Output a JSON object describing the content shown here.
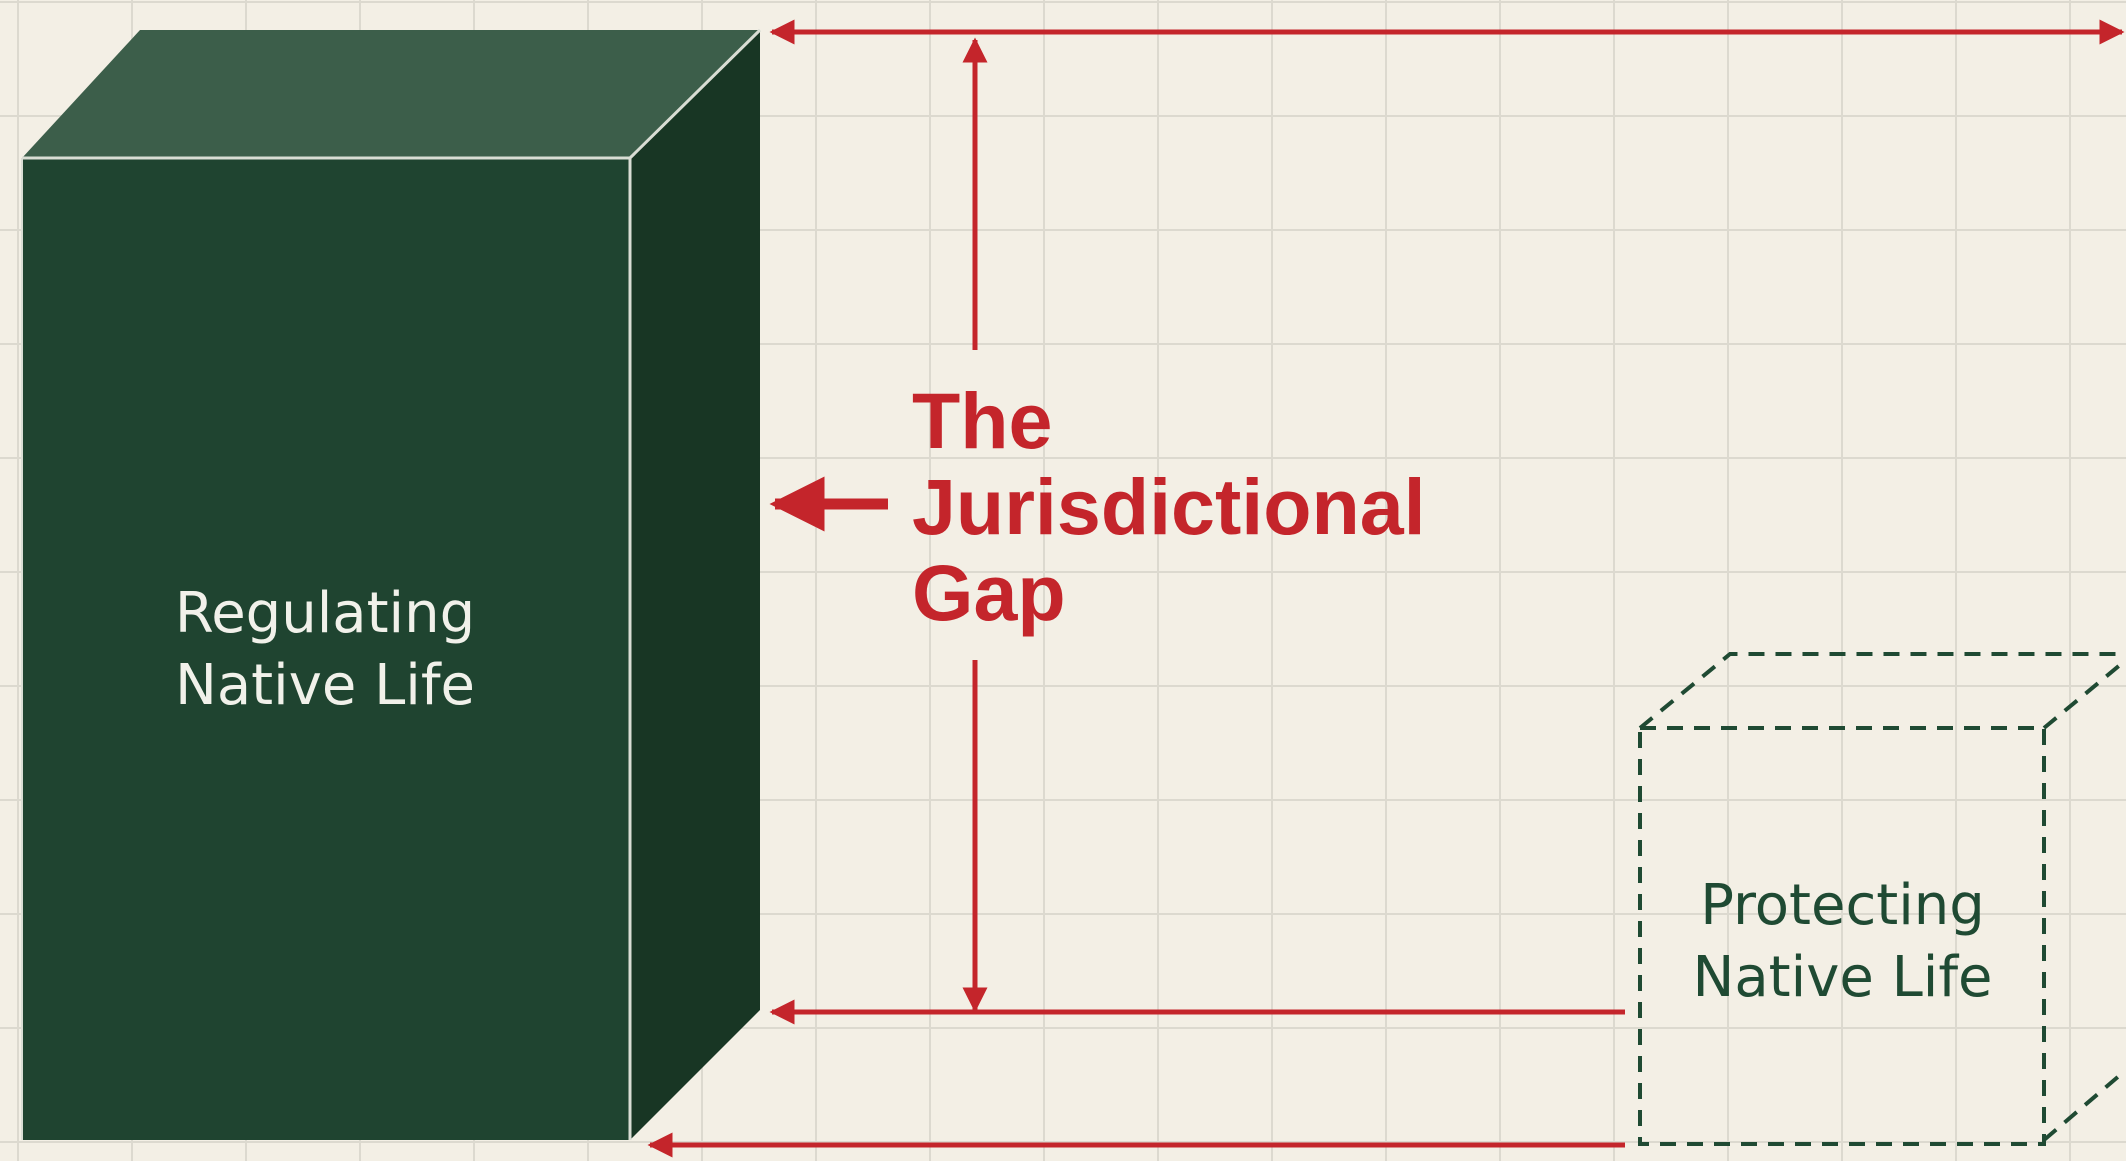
{
  "diagram": {
    "regulating_box": {
      "line1": "Regulating",
      "line2": "Native Life"
    },
    "protecting_box": {
      "line1": "Protecting",
      "line2": "Native Life"
    },
    "gap": {
      "line1": "The",
      "line2": "Jurisdictional",
      "line3": "Gap"
    },
    "colors": {
      "background": "#f3efe5",
      "grid": "#dcd9cf",
      "box_front": "#1f4430",
      "box_top": "#3c5e4a",
      "box_side": "#183624",
      "dashed_box": "#1f4a33",
      "arrow": "#c4252b",
      "light_text": "#f1f1ea"
    }
  }
}
